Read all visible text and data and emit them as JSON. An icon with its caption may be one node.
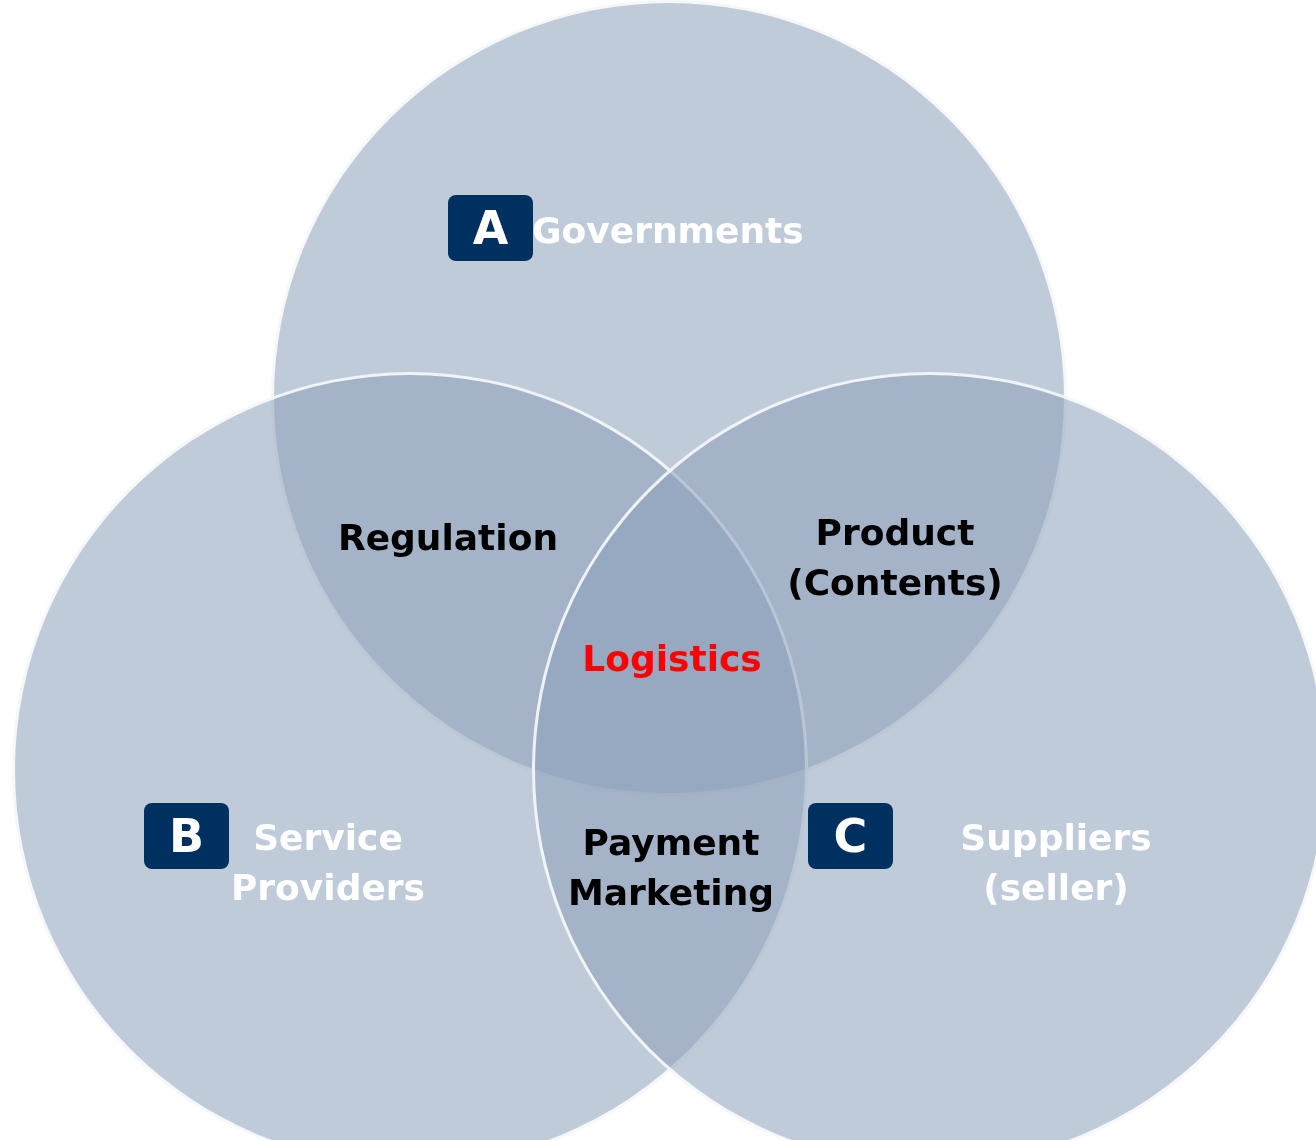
{
  "diagram": {
    "nodes": [
      {
        "text": [
          "Governments"
        ]
      },
      {
        "text": [
          "A"
        ],
        "in": 0
      },
      {
        "text": [
          "Service Providers"
        ]
      },
      {
        "text": [
          "B"
        ],
        "in": 2
      },
      {
        "text": [
          "Suppliers (seller)"
        ]
      },
      {
        "text": [
          "C"
        ],
        "in": 4
      }
    ],
    "labels": [
      "Regulation",
      "Product (Contents)",
      "Logistics",
      "Payment Marketing"
    ]
  }
}
